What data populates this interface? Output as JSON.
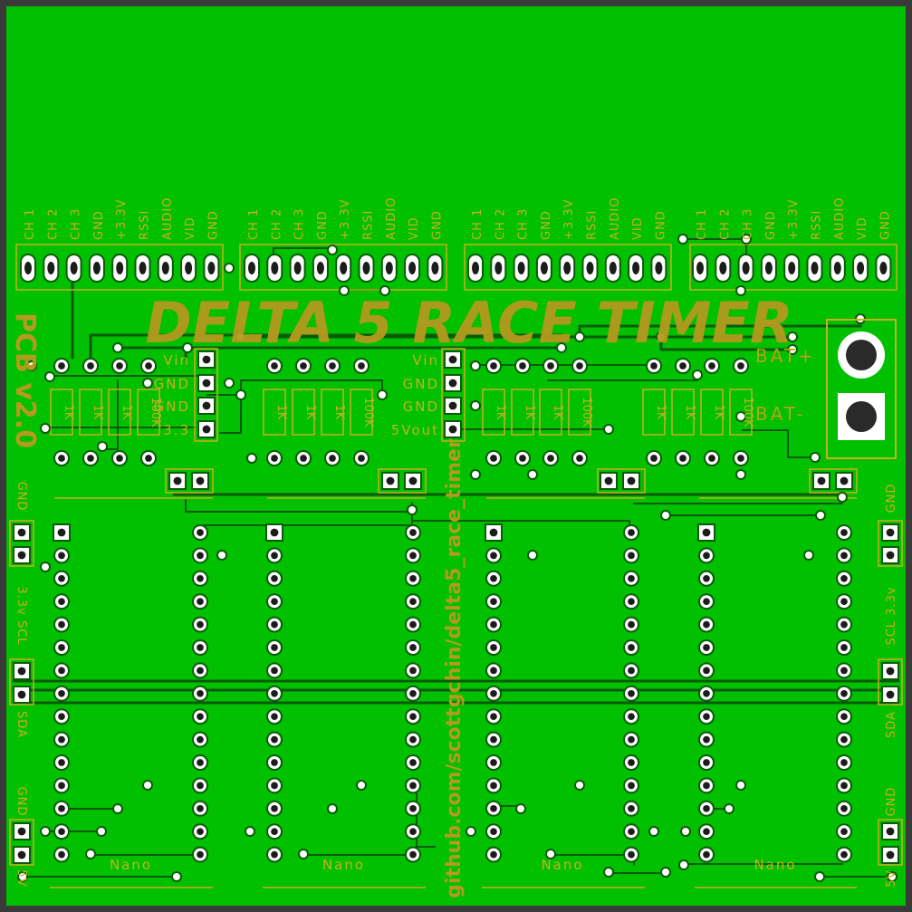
{
  "colors": {
    "board": "#00c000",
    "track": "#0a5a0a",
    "silkscreen": "#c8b020",
    "edge": "#3a3a3a",
    "pad": "#ffffff",
    "drill": "#1c1c1c"
  },
  "title": "DELTA 5 RACE TIMER",
  "version": "PCB v2.0",
  "repo_url": "github.com/scottgchin/delta5_race_timer",
  "receiver_pins": [
    "CH 1",
    "CH 2",
    "CH 3",
    "GND",
    "+3.3V",
    "RSSI",
    "AUDIO",
    "VID",
    "GND"
  ],
  "power_header_left": [
    "Vin",
    "GND",
    "GND",
    "3.3"
  ],
  "power_header_right": [
    "Vin",
    "GND",
    "GND",
    "5Vout"
  ],
  "resistor_values": [
    "1K",
    "1K",
    "1K",
    "100K"
  ],
  "battery_labels": [
    "BAT+",
    "BAT-"
  ],
  "nano_label": "Nano",
  "left_edge_labels": [
    "GND",
    "3.3v SCL",
    "SDA",
    "GND",
    "5V"
  ],
  "right_edge_labels": [
    "GND",
    "SCL 3.3v",
    "SDA",
    "GND",
    "5V"
  ]
}
